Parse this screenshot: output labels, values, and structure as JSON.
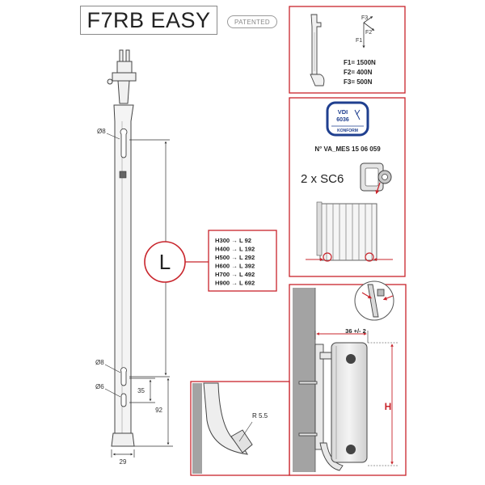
{
  "header": {
    "title": "F7RB EASY",
    "badge": "PATENTED"
  },
  "forces": {
    "labels": [
      "F3",
      "F2",
      "F1"
    ],
    "values": [
      "F1= 1500N",
      "F2= 400N",
      "F3= 500N"
    ]
  },
  "certification": {
    "logo_lines": [
      "VDI",
      "6036",
      "KONFORM"
    ],
    "number": "N° VA_MES 15 06 059"
  },
  "accessory": {
    "label": "2 x SC6"
  },
  "rail": {
    "length_symbol": "L",
    "hole_top": "Ø8",
    "hole_mid": "Ø8",
    "hole_bottom": "Ø6",
    "dim_35": "35",
    "dim_92": "92",
    "dim_29": "29"
  },
  "length_table": [
    "H300 → L 92",
    "H400 → L 192",
    "H500 → L 292",
    "H600 → L 392",
    "H700 → L 492",
    "H900 → L 692"
  ],
  "detail": {
    "radius": "R 5.5"
  },
  "install": {
    "distance": "36 +/- 2",
    "height_symbol": "H"
  },
  "colors": {
    "frame_red": "#c8242b",
    "wall_gray": "#a3a3a3",
    "line_dark": "#333333",
    "logo_blue": "#1f3f8f"
  }
}
